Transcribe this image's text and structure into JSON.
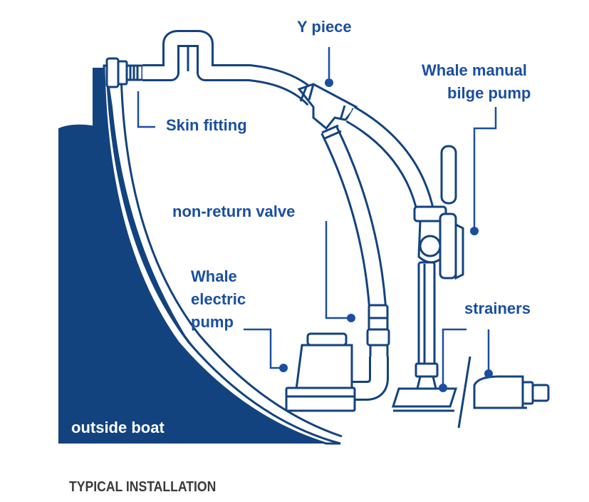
{
  "labels": {
    "y_piece": "Y piece",
    "manual_pump_line1": "Whale manual",
    "manual_pump_line2": "bilge pump",
    "skin_fitting": "Skin fitting",
    "non_return_valve": "non-return valve",
    "electric_pump_line1": "Whale",
    "electric_pump_line2": "electric",
    "electric_pump_line3": "pump",
    "strainers": "strainers",
    "outside_boat": "outside boat"
  },
  "caption": "TYPICAL INSTALLATION",
  "colors": {
    "navy": "#13437f",
    "line_blue": "#1a4fa0",
    "caption_gray": "#3a3a3a",
    "background": "#ffffff"
  }
}
